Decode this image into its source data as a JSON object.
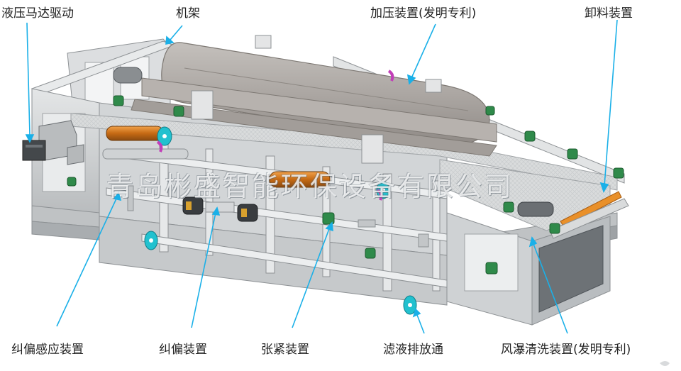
{
  "labels": {
    "hydraulic_motor": "液压马达驱动",
    "frame": "机架",
    "pressure_device": "加压装置(发明专利)",
    "discharge_device": "卸料装置",
    "deviation_sensor": "纠偏感应装置",
    "deviation_device": "纠偏装置",
    "tensioning_device": "张紧装置",
    "filtrate_discharge": "滤液排放通",
    "air_jet_wash": "风瀑清洗装置(发明专利)"
  },
  "watermark": "青岛彬盛智能环保设备有限公司",
  "colors": {
    "leader_line": "#1ab0e8",
    "frame_steel": "#cfd2d4",
    "pressure_hood": "#a7a29e",
    "bearing_green": "#2f8a4a",
    "roller_orange": "#d6781e",
    "flange_cyan": "#22c1cf",
    "clamp_magenta": "#c23fb8",
    "belt_orange": "#e9902a"
  }
}
